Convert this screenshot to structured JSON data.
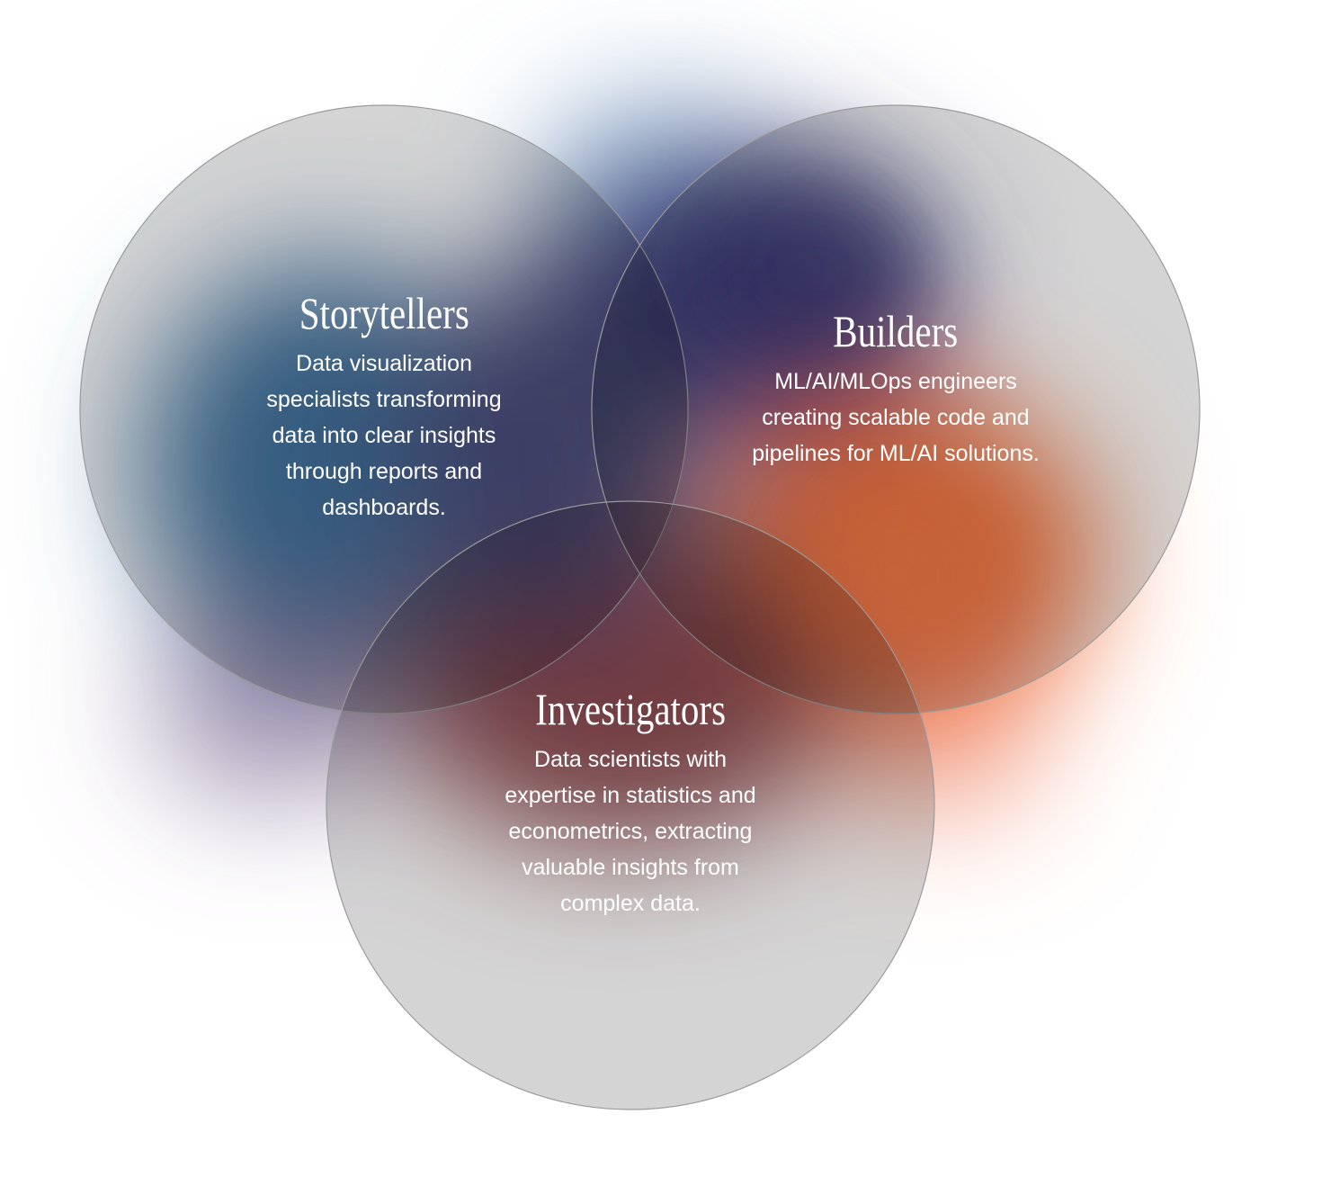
{
  "sets": [
    {
      "title": "Storytellers",
      "description": "Data visualization specialists transforming data into clear insights through reports and dashboards."
    },
    {
      "title": "Builders",
      "description": "ML/AI/MLOps engineers creating scalable code and pipelines for ML/AI solutions."
    },
    {
      "title": "Investigators",
      "description": "Data scientists with expertise in statistics and econometrics, extracting valuable insights from complex data."
    }
  ],
  "colors": {
    "blue": "#4f6f96",
    "purple": "#5e4f75",
    "orange": "#d7704a",
    "circle_stroke": "#9a9a9a"
  }
}
